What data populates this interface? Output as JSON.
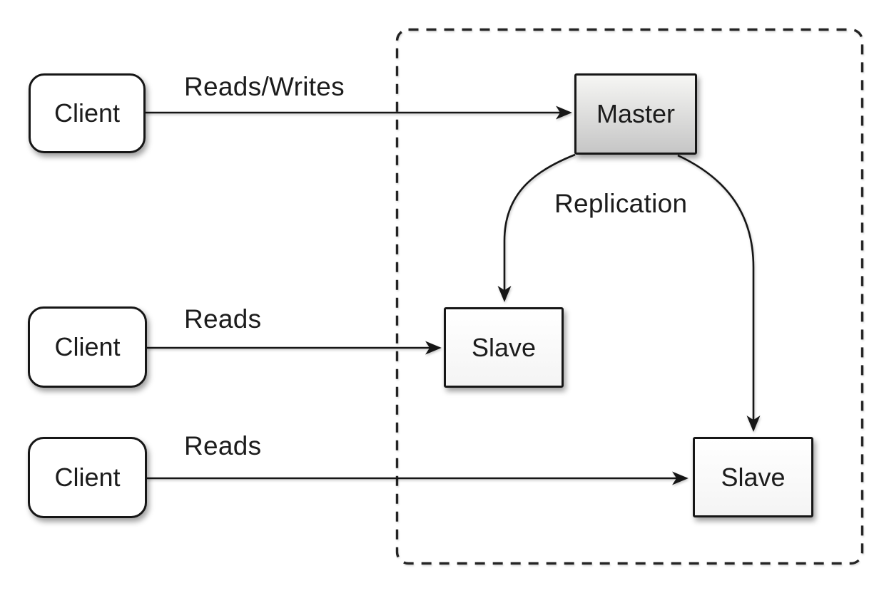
{
  "diagram": {
    "nodes": [
      {
        "id": "client-1",
        "type": "client",
        "label": "Client"
      },
      {
        "id": "client-2",
        "type": "client",
        "label": "Client"
      },
      {
        "id": "client-3",
        "type": "client",
        "label": "Client"
      },
      {
        "id": "master",
        "type": "master",
        "label": "Master"
      },
      {
        "id": "slave-1",
        "type": "slave",
        "label": "Slave"
      },
      {
        "id": "slave-2",
        "type": "slave",
        "label": "Slave"
      }
    ],
    "edges": [
      {
        "from": "client-1",
        "to": "master",
        "label": "Reads/Writes"
      },
      {
        "from": "client-2",
        "to": "slave-1",
        "label": "Reads"
      },
      {
        "from": "client-3",
        "to": "slave-2",
        "label": "Reads"
      },
      {
        "from": "master",
        "to": "slave-1",
        "label": "Replication"
      },
      {
        "from": "master",
        "to": "slave-2",
        "label": ""
      }
    ],
    "colors": {
      "background": "#ffffff",
      "stroke": "#161616",
      "text": "#1c1c1c",
      "node_fill": "#ffffff",
      "master_gradient_top": "#f6f6f4",
      "master_gradient_bottom": "#c6c6c6"
    }
  }
}
